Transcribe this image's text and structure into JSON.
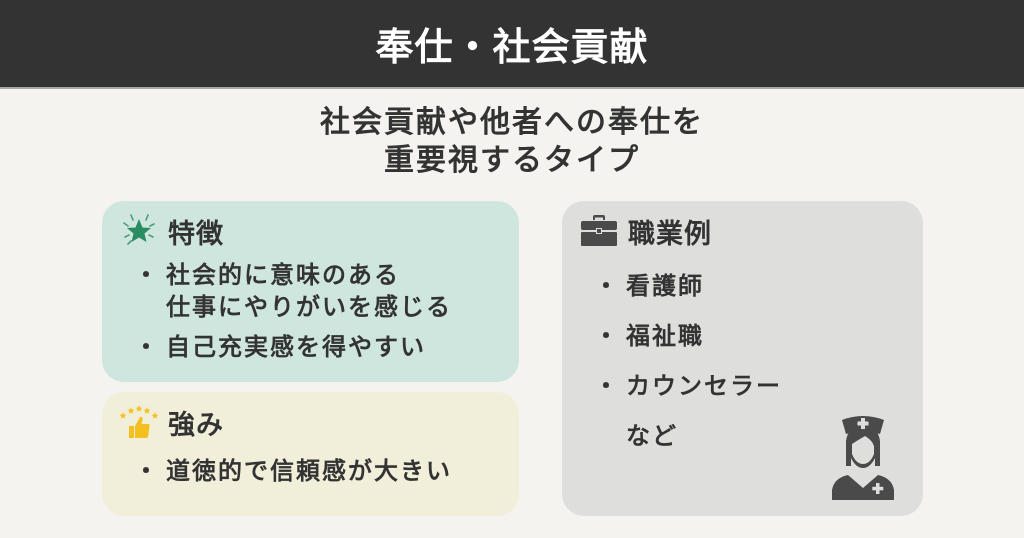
{
  "header": {
    "title": "奉仕・社会貢献"
  },
  "subtitle": {
    "line1": "社会貢献や他者への奉仕を",
    "line2": "重要視するタイプ"
  },
  "cards": {
    "traits": {
      "icon": "sparkle-star-icon",
      "title": "特徴",
      "items": [
        {
          "line1": "社会的に意味のある",
          "line2": "仕事にやりがいを感じる"
        },
        {
          "line1": "自己充実感を得やすい"
        }
      ]
    },
    "strengths": {
      "icon": "thumbs-up-stars-icon",
      "title": "強み",
      "items": [
        {
          "line1": "道徳的で信頼感が大きい"
        }
      ]
    },
    "jobs": {
      "icon": "briefcase-icon",
      "title": "職業例",
      "items": [
        "看護師",
        "福祉職",
        "カウンセラー"
      ],
      "suffix": "など",
      "illustration": "nurse-icon"
    }
  },
  "colors": {
    "header_bg": "#333333",
    "page_bg": "#f4f3ef",
    "traits_bg": "#cfe6df",
    "strengths_bg": "#f1efda",
    "jobs_bg": "#dededd",
    "star_green": "#2a8c62",
    "thumb_yellow": "#f4c020",
    "icon_gray": "#4a4a4a"
  }
}
